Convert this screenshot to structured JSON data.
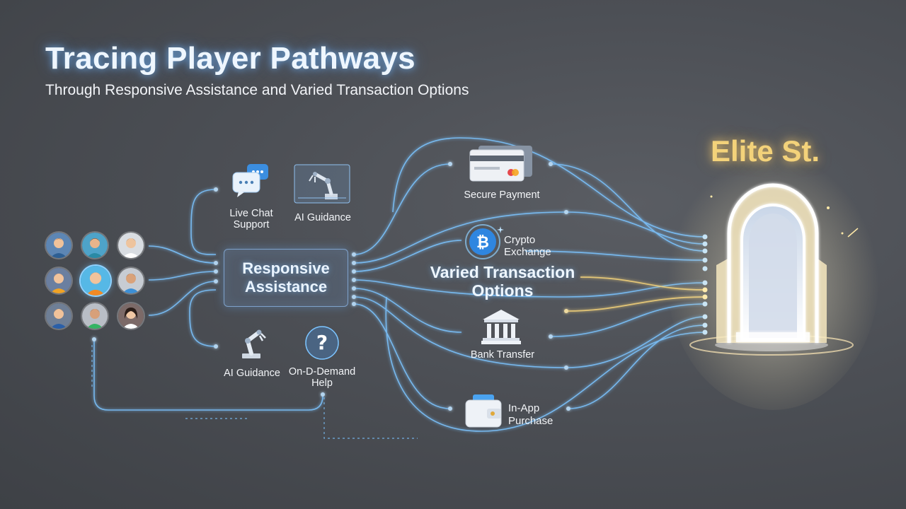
{
  "header": {
    "title": "Tracing Player Pathways",
    "subtitle": "Through Responsive Assistance and Varied Transaction Options"
  },
  "hub": {
    "label": "Responsive Assistance"
  },
  "assistance_channels": {
    "live_chat": "Live Chat\nSupport",
    "ai_guidance_top": "AI Guidance",
    "ai_guidance_bottom": "AI Guidance",
    "on_demand": "On-D-Demand\nHelp"
  },
  "transactions": {
    "section_title": "Varied Transaction Options",
    "secure_payment": "Secure Payment",
    "crypto": "Crypto\nExchange",
    "bank": "Bank Transfer",
    "in_app": "In-App\nPurchase"
  },
  "destination": {
    "brand": "Elite St."
  },
  "players": {
    "count": 9
  },
  "colors": {
    "background": "#4a4d53",
    "wire_blue": "#7cc4ff",
    "wire_gold": "#f3d27a",
    "title_glow": "#78beff",
    "brand_gold": "#f3d27a"
  },
  "icons": [
    "chat-bubble-icon",
    "robot-arm-icon",
    "question-icon",
    "credit-card-icon",
    "bitcoin-icon",
    "bank-icon",
    "wallet-icon",
    "glowing-arch-gateway"
  ]
}
